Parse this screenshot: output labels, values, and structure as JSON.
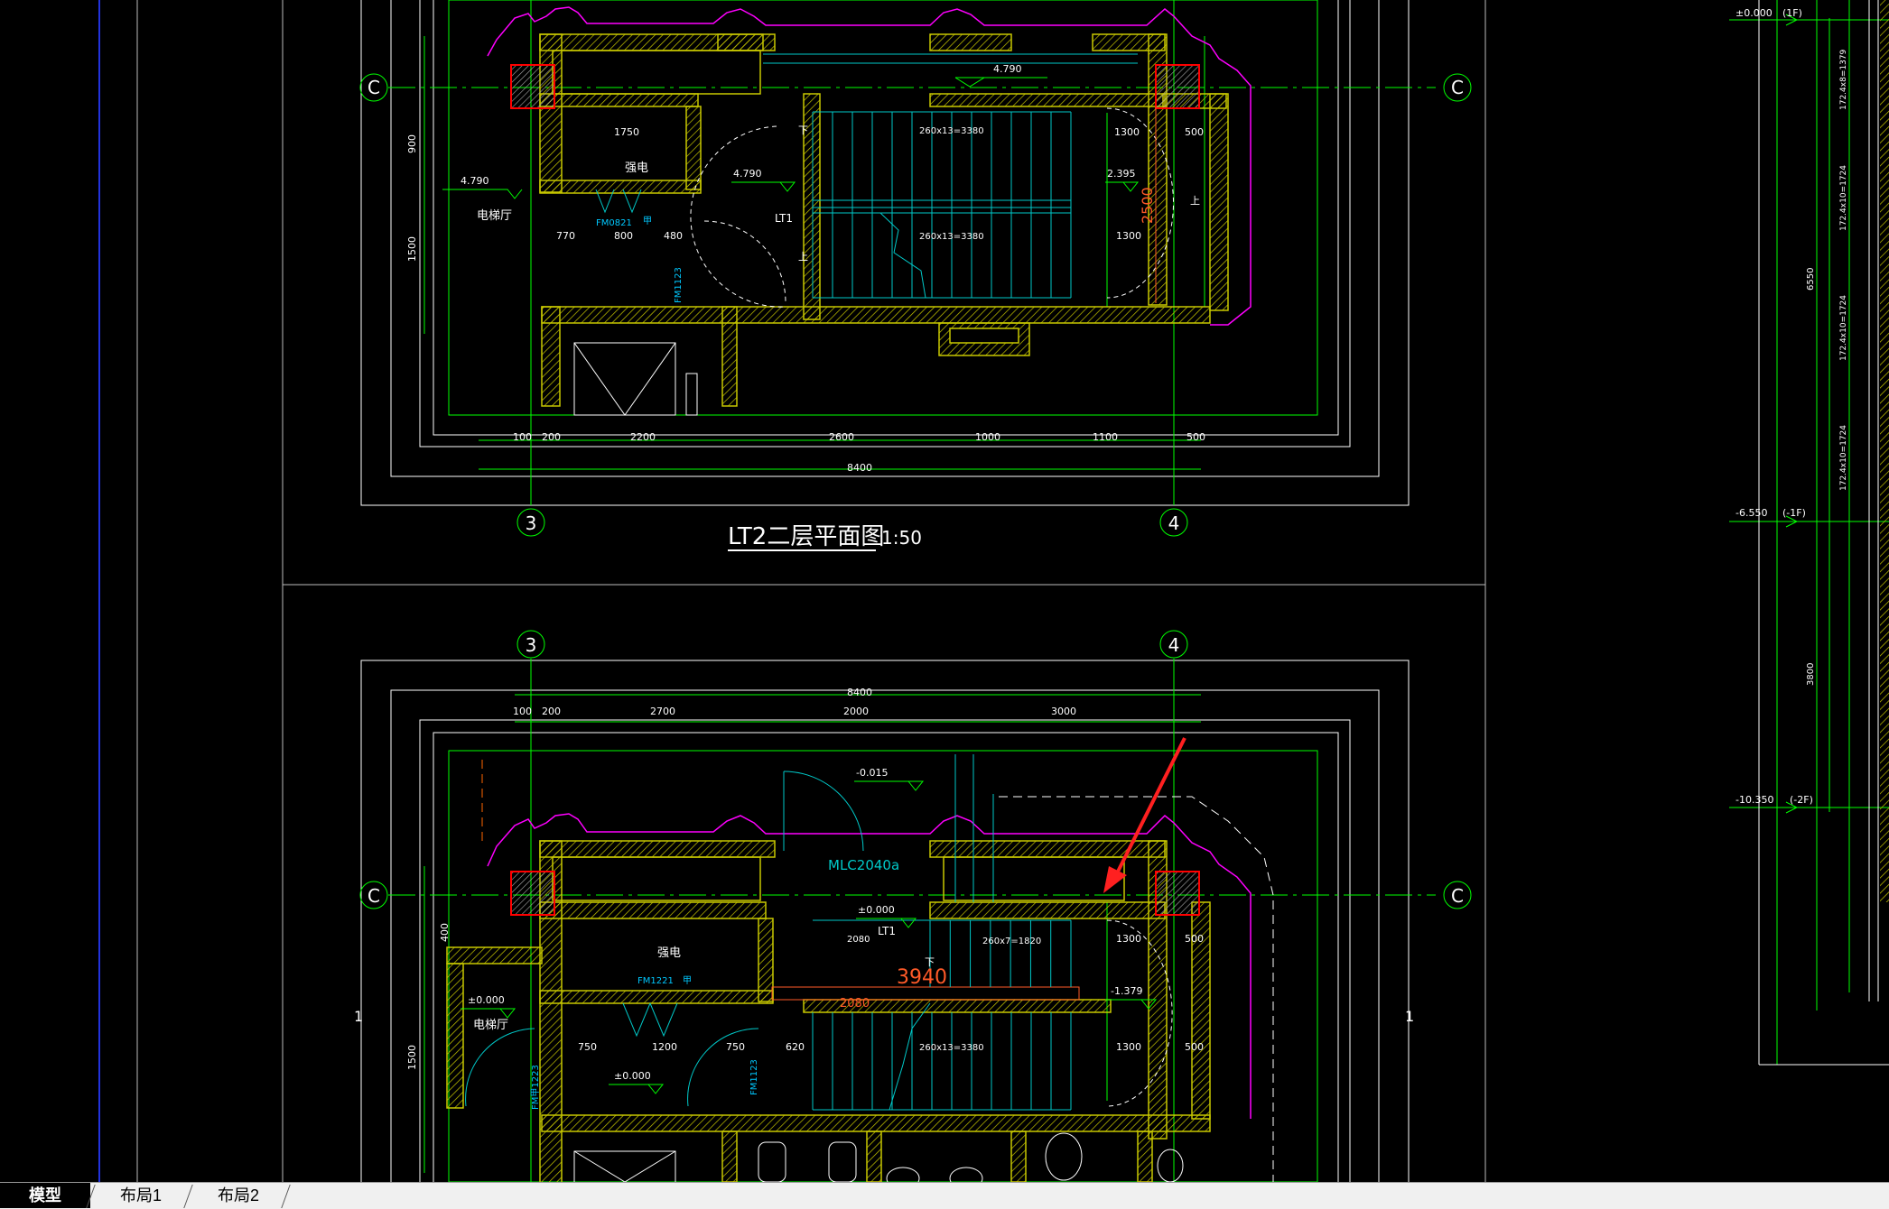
{
  "colors": {
    "background": "#000000",
    "wall": "#c8c800",
    "dim": "#00ff00",
    "stair": "#00c8c8",
    "column": "#ff0000",
    "outline": "#ff00ff",
    "text": "#ffffff",
    "highlight": "#ff5a28"
  },
  "upper_plan": {
    "title": "LT2二层平面图",
    "scale": "1:50",
    "axis_left": "3",
    "axis_right": "4",
    "axis_row": "C",
    "room_elevator_hall": "电梯厅",
    "room_power": "强电",
    "door_fm0821": "FM0821",
    "door_grade": "甲",
    "door_fm1123": "FM1123",
    "lift_label": "LT1",
    "elev_upper": "4.790",
    "elev_left": "4.790",
    "elev_landing": "4.790",
    "elev_right": "2.395",
    "stair_top": "260x13=3380",
    "stair_bottom": "260x13=3380",
    "dim_2500": "2500",
    "dim_8400": "8400",
    "dim_2200": "2200",
    "dim_2600": "2600",
    "dim_1000": "1000",
    "dim_1100": "1100",
    "dim_1750": "1750",
    "dim_770": "770",
    "dim_800": "800",
    "dim_480": "480",
    "dim_1300": "1300",
    "dim_500": "500",
    "dim_200": "200",
    "dim_100": "100",
    "dim_1500": "1500",
    "dim_900": "900",
    "label_up": "上",
    "label_down": "下"
  },
  "lower_plan": {
    "axis_left": "3",
    "axis_right": "4",
    "axis_row": "C",
    "section_mark": "1",
    "window_label": "MLC2040a",
    "elev_top": "-0.015",
    "elev_lift": "±0.000",
    "elev_hall": "±0.000",
    "elev_door": "±0.000",
    "elev_landing": "-1.379",
    "lift_label": "LT1",
    "room_power": "强电",
    "room_elevator_hall": "电梯厅",
    "door_fm1221": "FM1221",
    "door_grade": "甲",
    "door_fm1223": "FM甲1223",
    "door_fm1123": "FM1123",
    "stair_top": "260x7=1820",
    "stair_bottom": "260x13=3380",
    "dim_3940": "3940",
    "dim_2080": "2080",
    "dim_2080b": "2080",
    "dim_8400": "8400",
    "dim_2700": "2700",
    "dim_2000": "2000",
    "dim_3000": "3000",
    "dim_1200": "1200",
    "dim_750": "750",
    "dim_750b": "750",
    "dim_620": "620",
    "dim_1300": "1300",
    "dim_500": "500",
    "dim_200": "200",
    "dim_100": "100",
    "dim_1500": "1500",
    "dim_400": "400",
    "label_down": "下"
  },
  "section": {
    "lv1_elev": "±0.000",
    "lv1_name": "(1F)",
    "lv2_elev": "-6.550",
    "lv2_name": "(-1F)",
    "lv3_elev": "-10.350",
    "lv3_name": "(-2F)",
    "dim_6550": "6550",
    "dim_3800": "3800",
    "dim_a": "172.4x8=1379",
    "dim_b": "172.4x10=1724",
    "dim_c": "172.4x10=1724",
    "dim_d": "172.4x10=1724"
  },
  "tabs": {
    "model": "模型",
    "layout1": "布局1",
    "layout2": "布局2"
  }
}
